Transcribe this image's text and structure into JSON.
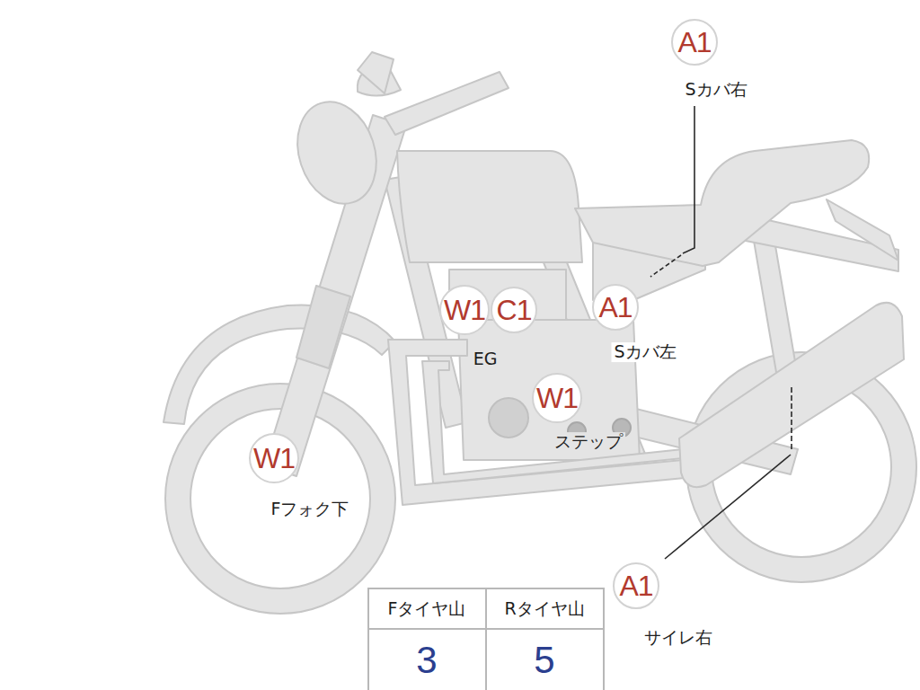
{
  "diagram": {
    "nodes": [
      {
        "text": [
          "A1",
          "Sカバ右"
        ]
      },
      {
        "text": [
          "W1"
        ]
      },
      {
        "text": [
          "C1"
        ]
      },
      {
        "text": [
          "A1",
          "Sカバ左"
        ]
      },
      {
        "text": [
          "W1",
          "ステップ"
        ]
      },
      {
        "text": [
          "W1",
          "Fフォク下"
        ]
      },
      {
        "text": [
          "A1",
          "サイレ右"
        ]
      }
    ],
    "labels": [
      "EG",
      "Fタイヤ山",
      "Rタイヤ山",
      "3",
      "5"
    ]
  }
}
